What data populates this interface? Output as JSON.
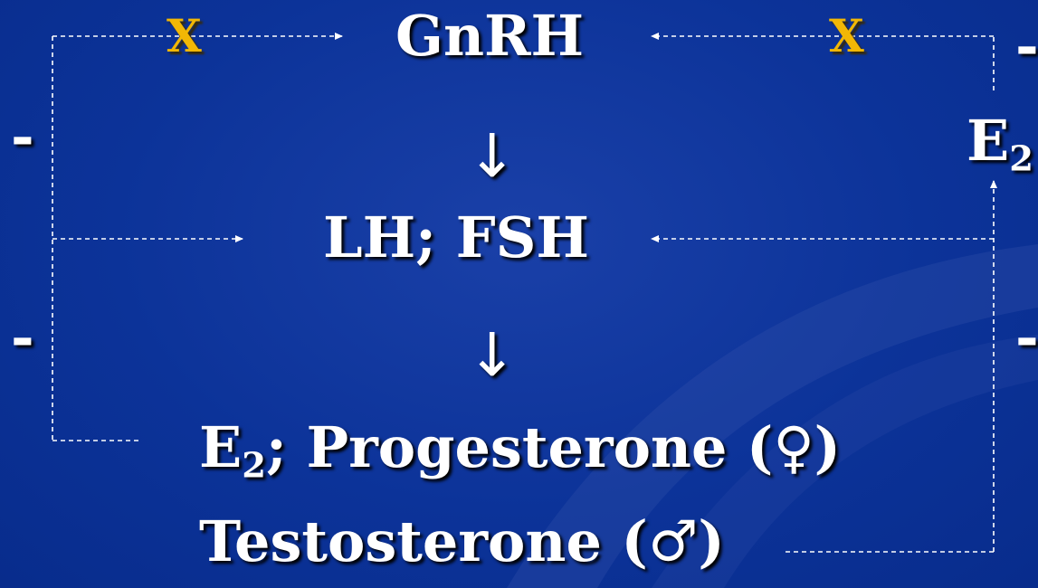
{
  "diagram": {
    "nodes": {
      "gnrh": "GnRH",
      "lh_fsh": "LH; FSH",
      "e2_left_base": "E",
      "e2_left_sub": "2",
      "progesterone": "; Progesterone (♀)",
      "testosterone": "Testosterone (♂)",
      "e2_right_base": "E",
      "e2_right_sub": "2"
    },
    "arrows": {
      "down": "↓"
    },
    "marks": {
      "blocked": "X",
      "negative": "-"
    },
    "colors": {
      "background": "#0c3399",
      "text": "#ffffff",
      "blocked_mark": "#f2b705",
      "feedback_line": "#ffffff"
    }
  }
}
